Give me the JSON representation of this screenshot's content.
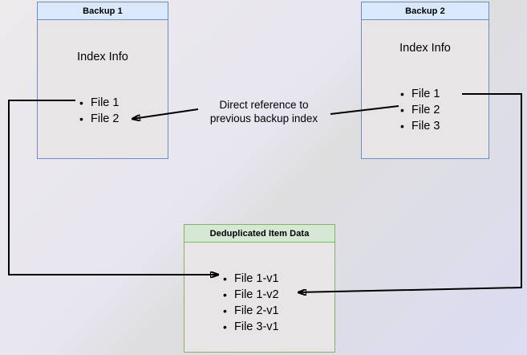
{
  "diagram": {
    "title_hidden": "Backup deduplication reference diagram",
    "background": {
      "gradient_start": "#edeaec",
      "gradient_end": "#dcdcf3"
    },
    "colors": {
      "blue_border": "#6c8ebf",
      "blue_header_fill": "#dae8fc",
      "green_border": "#82b366",
      "green_header_fill": "#d5e8d4",
      "box_body_fill": "#e8e5e7",
      "arrow": "#000000"
    },
    "boxes": [
      {
        "id": "backup-1",
        "header": "Backup 1",
        "body_title": "Index Info",
        "items": [
          "File 1",
          "File 2"
        ]
      },
      {
        "id": "backup-2",
        "header": "Backup 2",
        "body_title": "Index Info",
        "items": [
          "File 1",
          "File 2",
          "File 3"
        ]
      },
      {
        "id": "deduplicated-item-data",
        "header": "Deduplicated Item Data",
        "body_title": "",
        "items": [
          "File 1-v1",
          "File 1-v2",
          "File 2-v1",
          "File 3-v1"
        ]
      }
    ],
    "annotations": {
      "center_label_line1": "Direct reference to",
      "center_label_line2": "previous backup index"
    }
  }
}
